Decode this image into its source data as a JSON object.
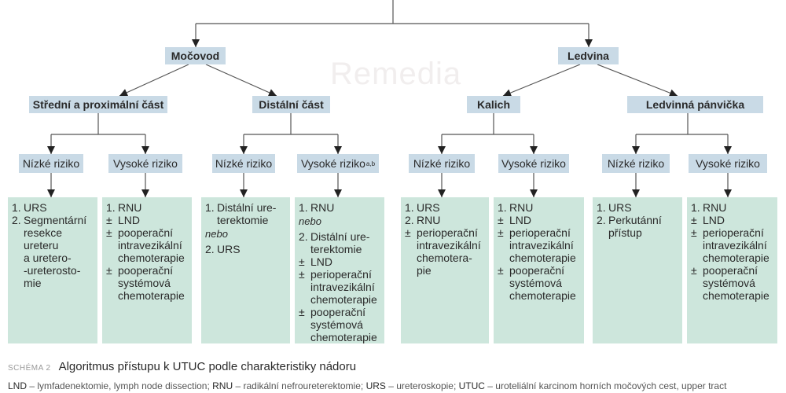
{
  "watermark": "Remedia",
  "level1": {
    "left": "Močovod",
    "right": "Ledvina"
  },
  "level2": [
    "Střední a proximální část",
    "Distální část",
    "Kalich",
    "Ledvinná pánvička"
  ],
  "risks": [
    {
      "label": "Nízké riziko",
      "sup": ""
    },
    {
      "label": "Vysoké riziko",
      "sup": ""
    },
    {
      "label": "Nízké riziko",
      "sup": ""
    },
    {
      "label": "Vysoké riziko",
      "sup": "a,b"
    },
    {
      "label": "Nízké riziko",
      "sup": ""
    },
    {
      "label": "Vysoké riziko",
      "sup": ""
    },
    {
      "label": "Nízké riziko",
      "sup": ""
    },
    {
      "label": "Vysoké riziko",
      "sup": ""
    }
  ],
  "leaves": [
    [
      {
        "m": "1.",
        "t": "URS"
      },
      {
        "m": "2.",
        "t": "Segmentární\nresekce\nureteru\na uretero-\n-ureterosto-\nmie"
      }
    ],
    [
      {
        "m": "1.",
        "t": "RNU"
      },
      {
        "m": "±",
        "t": "LND"
      },
      {
        "m": "±",
        "t": "pooperační\nintravezikální\nchemoterapie"
      },
      {
        "m": "±",
        "t": "pooperační\nsystémová\nchemoterapie"
      }
    ],
    [
      {
        "m": "1.",
        "t": "Distální ure-\nterektomie"
      },
      {
        "i": "nebo"
      },
      {
        "m": "2.",
        "t": "URS"
      }
    ],
    [
      {
        "m": "1.",
        "t": "RNU"
      },
      {
        "i": "nebo"
      },
      {
        "m": "2.",
        "t": "Distální ure-\nterektomie"
      },
      {
        "m": "±",
        "t": "LND"
      },
      {
        "m": "±",
        "t": "perioperační\nintravezikální\nchemoterapie"
      },
      {
        "m": "±",
        "t": "pooperační\nsystémová\nchemoterapie"
      }
    ],
    [
      {
        "m": "1.",
        "t": "URS"
      },
      {
        "m": "2.",
        "t": "RNU"
      },
      {
        "m": "±",
        "t": "perioperační\nintravezikální\nchemotera-\npie"
      }
    ],
    [
      {
        "m": "1.",
        "t": "RNU"
      },
      {
        "m": "±",
        "t": "LND"
      },
      {
        "m": "±",
        "t": "perioperační\nintravezikální\nchemoterapie"
      },
      {
        "m": "±",
        "t": "pooperační\nsystémová\nchemoterapie"
      }
    ],
    [
      {
        "m": "1.",
        "t": "URS"
      },
      {
        "m": "2.",
        "t": "Perkutánní\npřístup"
      }
    ],
    [
      {
        "m": "1.",
        "t": "RNU"
      },
      {
        "m": "±",
        "t": "LND"
      },
      {
        "m": "±",
        "t": "perioperační\nintravezikální\nchemoterapie"
      },
      {
        "m": "±",
        "t": "pooperační\nsystémová\nchemoterapie"
      }
    ]
  ],
  "caption": {
    "label": "SCHÉMA 2",
    "title": "Algoritmus přístupu k UTUC podle charakteristiky nádoru"
  },
  "legend": [
    {
      "abbr": "LND",
      "text": " – lymfadenektomie, lymph node dissection; "
    },
    {
      "abbr": "RNU",
      "text": " – radikální nefroureterektomie; "
    },
    {
      "abbr": "URS",
      "text": " – ureteroskopie; "
    },
    {
      "abbr": "UTUC",
      "text": " – uroteliální karcinom horních močových cest, upper tract"
    }
  ],
  "colors": {
    "header_box": "#c9dae6",
    "leaf_box": "#cde6dc",
    "line": "#555555"
  }
}
